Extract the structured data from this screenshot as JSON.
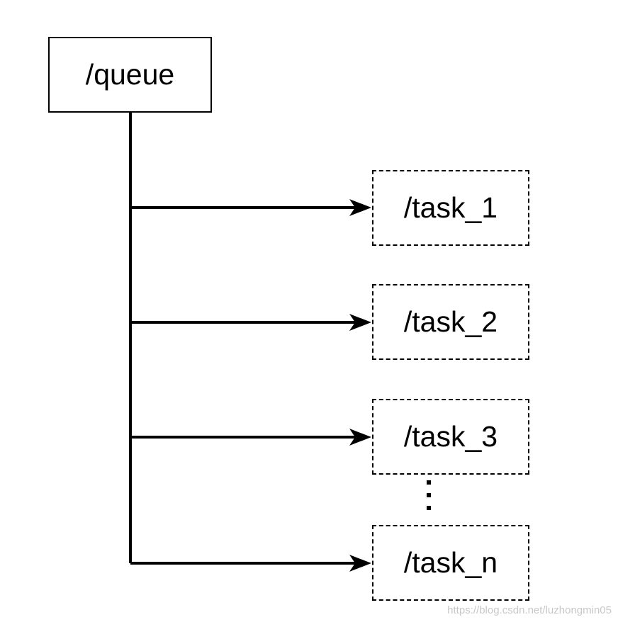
{
  "root": {
    "label": "/queue"
  },
  "children": [
    {
      "label": "/task_1"
    },
    {
      "label": "/task_2"
    },
    {
      "label": "/task_3"
    },
    {
      "label": "/task_n"
    }
  ],
  "ellipsis": "⋮",
  "watermark": "https://blog.csdn.net/luzhongmin05"
}
